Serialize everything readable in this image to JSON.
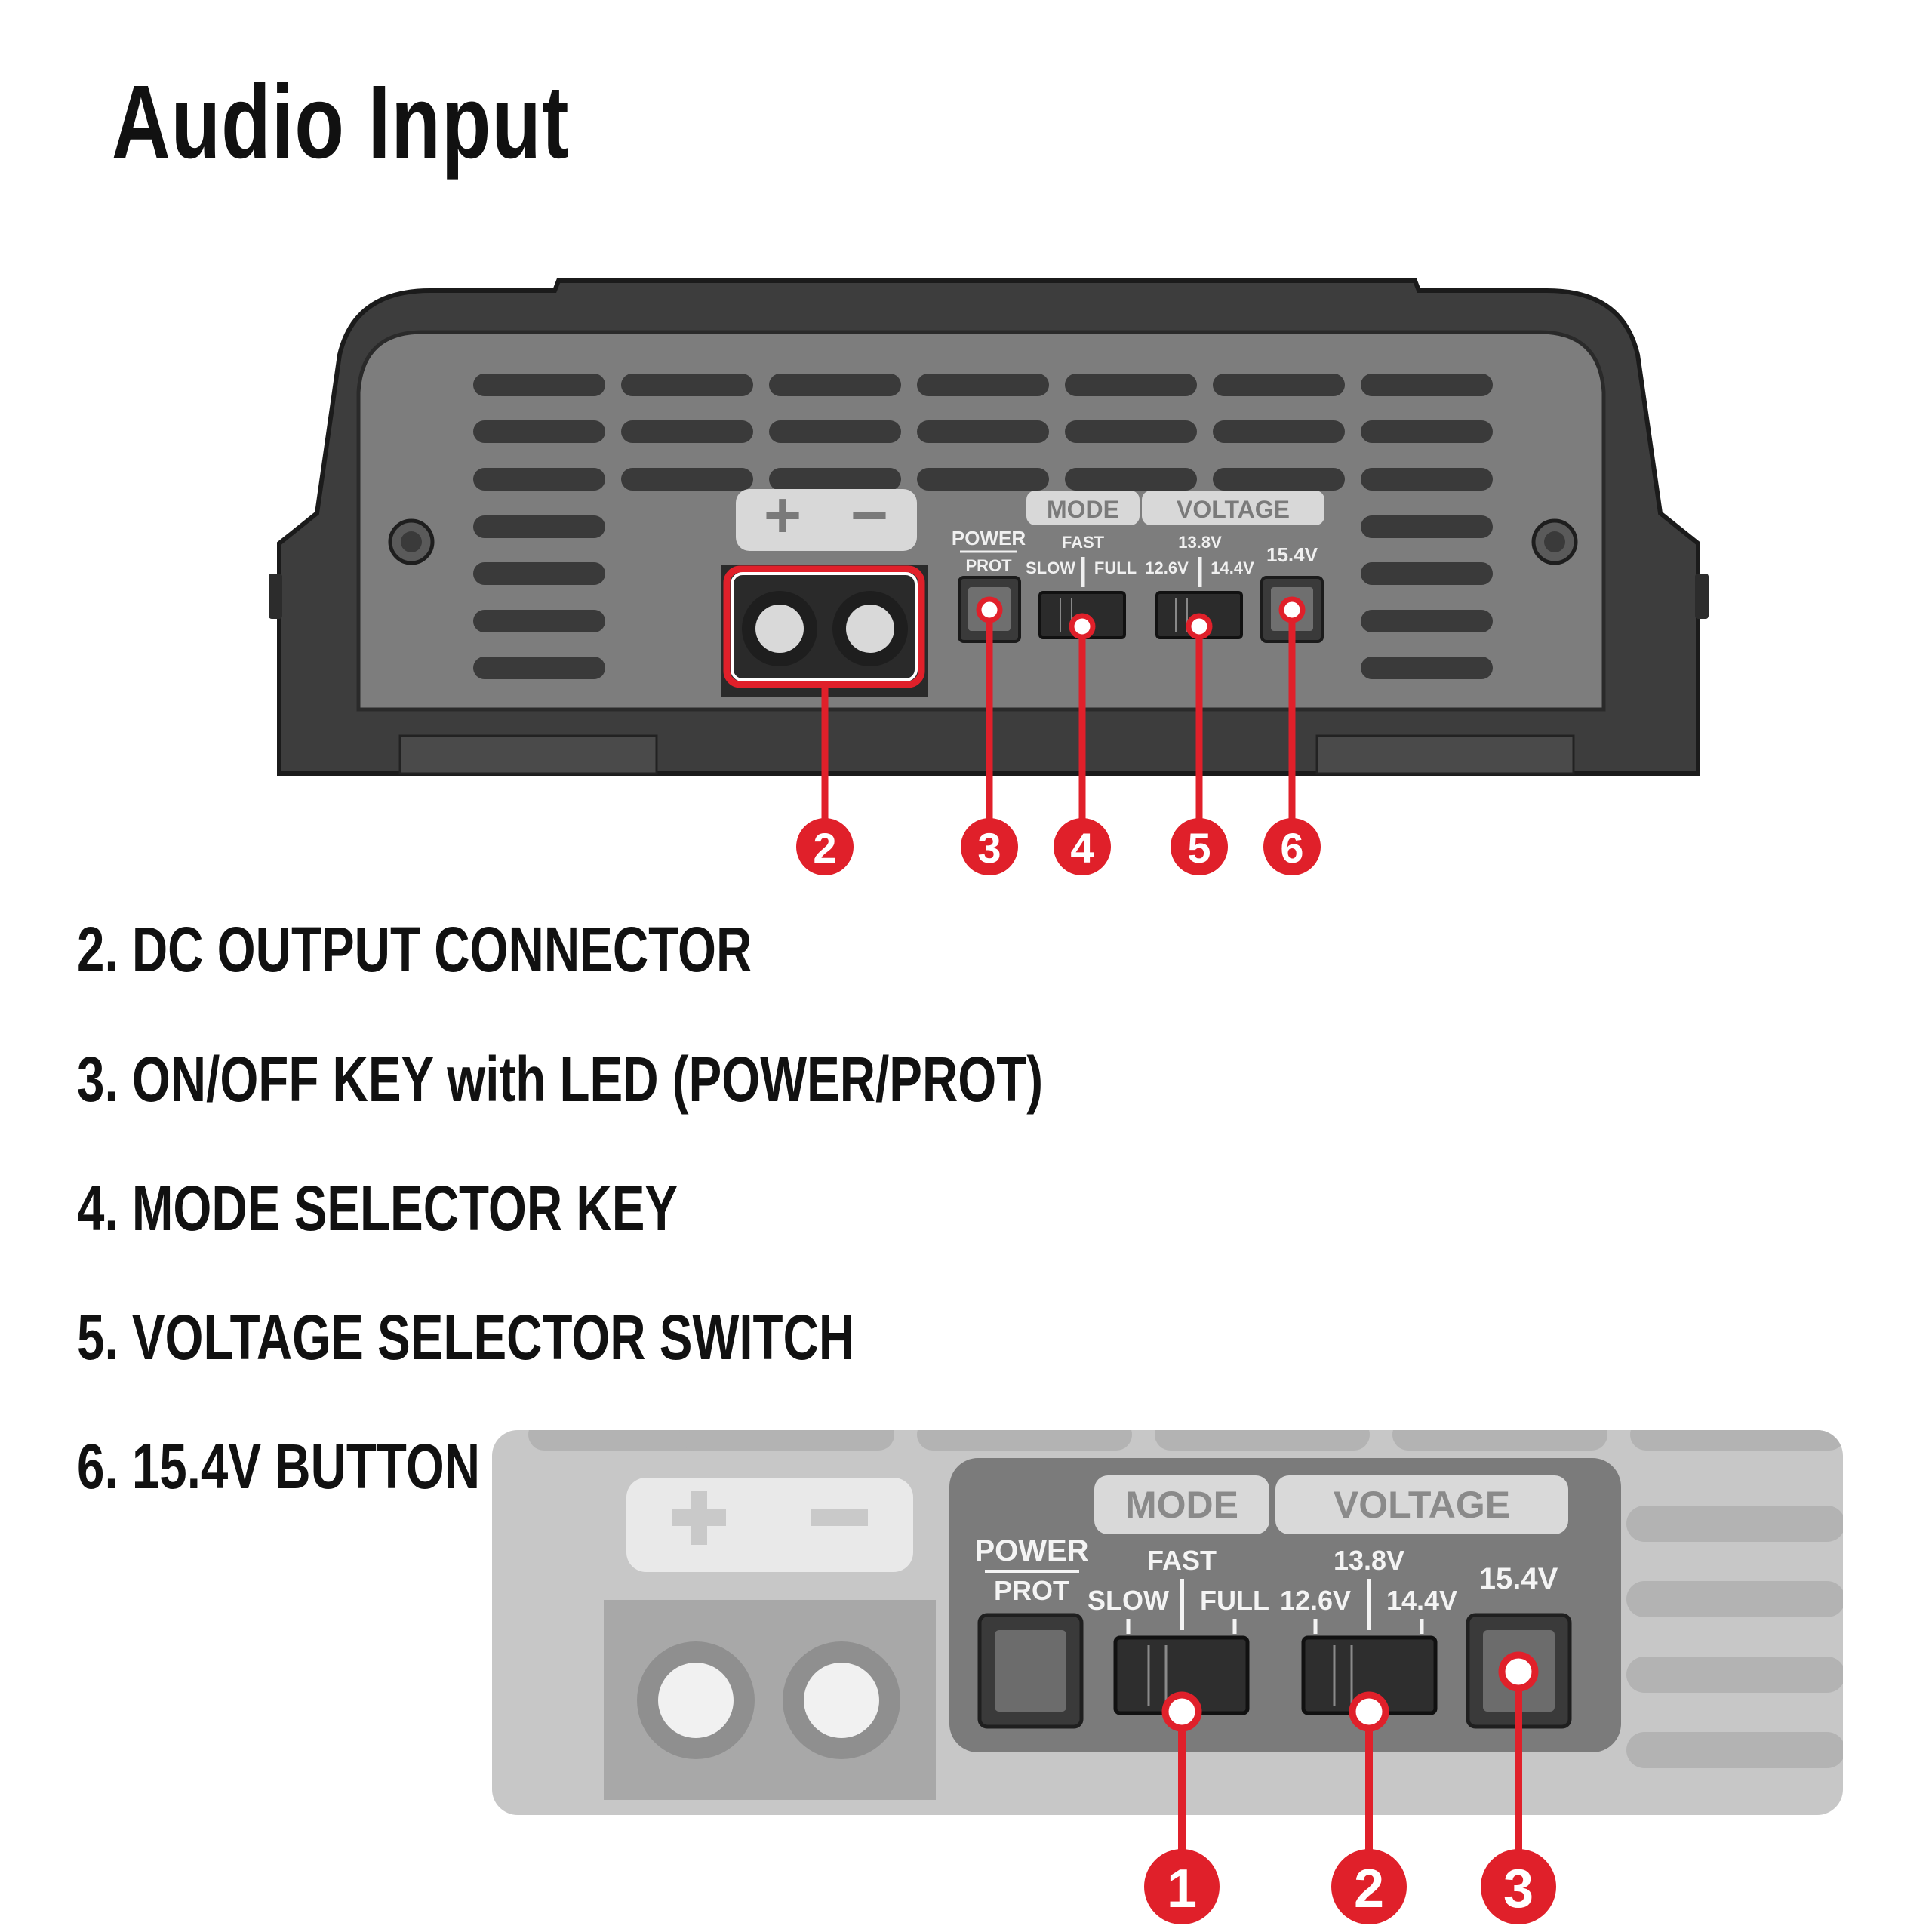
{
  "title": "Audio Input",
  "device": {
    "terminal_symbols": {
      "plus": "+",
      "minus": "−"
    },
    "mode_header": "MODE",
    "voltage_header": "VOLTAGE",
    "power_label": "POWER",
    "prot_label": "PROT",
    "mode_fast": "FAST",
    "mode_slow": "SLOW",
    "mode_full": "FULL",
    "v_138": "13.8V",
    "v_126": "12.6V",
    "v_144": "14.4V",
    "v_154": "15.4V",
    "callouts": [
      "2",
      "3",
      "4",
      "5",
      "6"
    ]
  },
  "legend": [
    "2. DC OUTPUT CONNECTOR",
    "3. ON/OFF KEY with LED (POWER/PROT)",
    "4. MODE SELECTOR KEY",
    "5. VOLTAGE SELECTOR SWITCH",
    "6. 15.4V BUTTON"
  ],
  "detail": {
    "mode_header": "MODE",
    "voltage_header": "VOLTAGE",
    "power_label": "POWER",
    "prot_label": "PROT",
    "mode_fast": "FAST",
    "mode_slow": "SLOW",
    "mode_full": "FULL",
    "v_138": "13.8V",
    "v_126": "12.6V",
    "v_144": "14.4V",
    "v_154": "15.4V",
    "callouts": [
      "1",
      "2",
      "3"
    ]
  },
  "colors": {
    "accent_red": "#e0202a",
    "chassis_dark": "#3c3c3c",
    "panel_gray": "#7a7a7a",
    "text": "#111111"
  }
}
